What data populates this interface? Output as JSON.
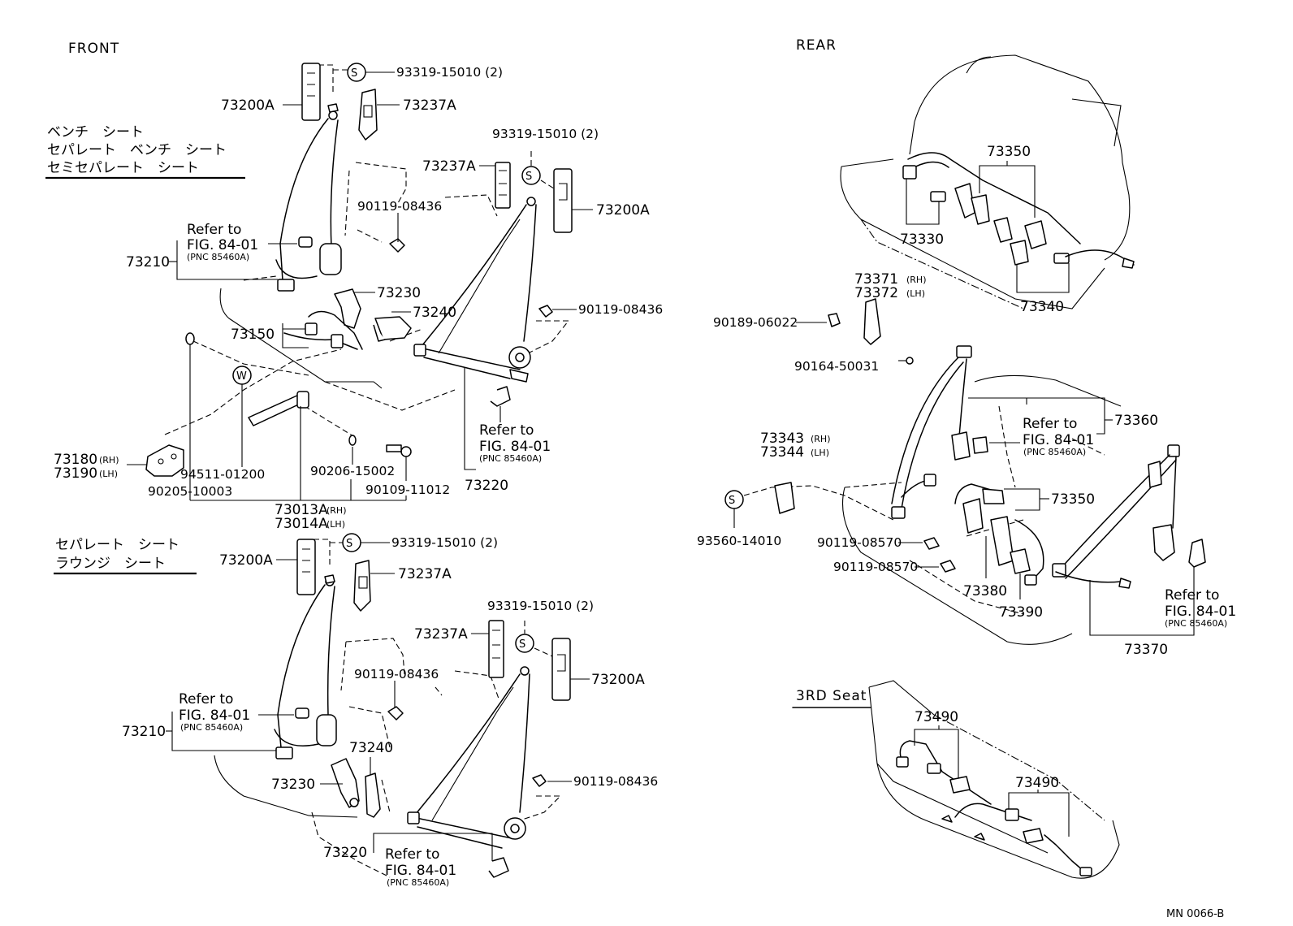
{
  "sections": {
    "front": "FRONT",
    "rear": "REAR",
    "third": "3RD Seat"
  },
  "seat_types": {
    "bench_lines": [
      "ベンチ　シート",
      "セパレート　ベンチ　シート",
      "セミセパレート　シート"
    ],
    "separate_lines": [
      "セパレート　シート",
      "ラウンジ　シート"
    ]
  },
  "symbols": {
    "s": "S",
    "w": "W"
  },
  "refer": {
    "line1": "Refer to",
    "line2": "FIG. 84-01",
    "line3": "(PNC 85460A)"
  },
  "sub": {
    "rh": "(RH)",
    "lh": "(LH)"
  },
  "parts": {
    "p73200A": "73200A",
    "p73237A": "73237A",
    "p93319": "93319-15010 (2)",
    "p90119_08436": "90119-08436",
    "p73210": "73210",
    "p73230": "73230",
    "p73240": "73240",
    "p73150": "73150",
    "p73180": "73180",
    "p73190": "73190",
    "p94511": "94511-01200",
    "p90206": "90206-15002",
    "p90109": "90109-11012",
    "p90205": "90205-10003",
    "p73013A": "73013A",
    "p73014A": "73014A",
    "p73220": "73220",
    "p73350": "73350",
    "p73330": "73330",
    "p73340": "73340",
    "p73371": "73371",
    "p73372": "73372",
    "p90189": "90189-06022",
    "p90164": "90164-50031",
    "p73360": "73360",
    "p73343": "73343",
    "p73344": "73344",
    "p93560": "93560-14010",
    "p90119_08570": "90119-08570",
    "p73380": "73380",
    "p73390": "73390",
    "p73370": "73370",
    "p73490": "73490"
  },
  "footer": {
    "code": "MN  0066-B"
  }
}
